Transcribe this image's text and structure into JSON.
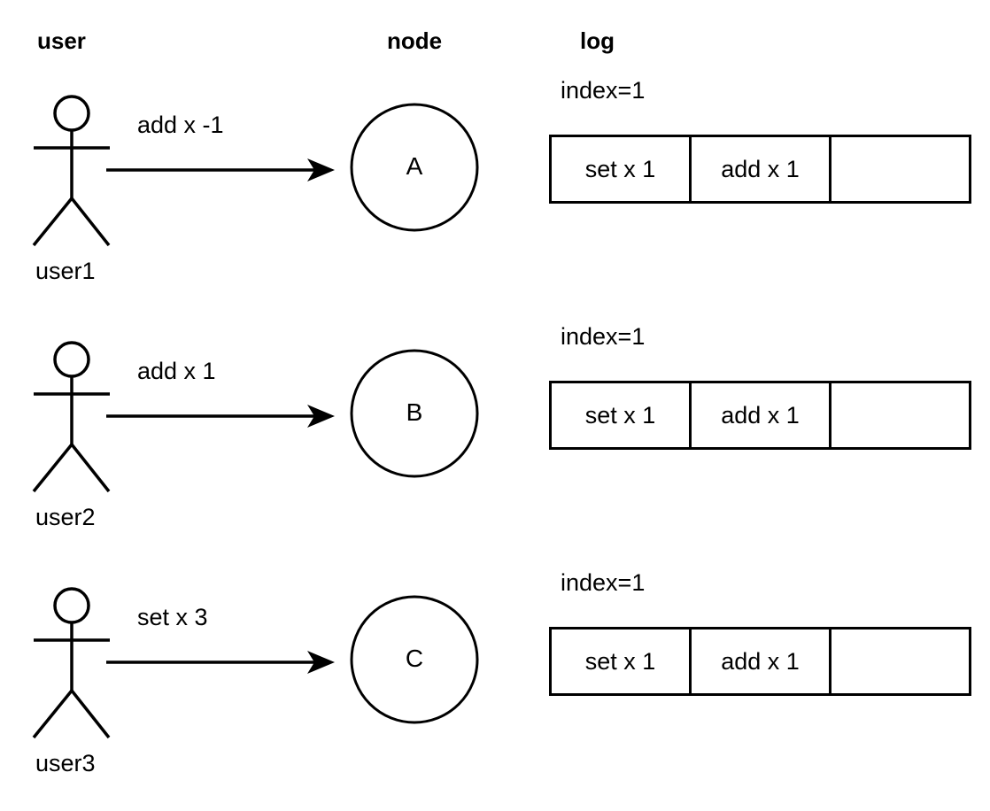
{
  "diagram": {
    "title": "user / node / log replication diagram",
    "background_color": "#ffffff",
    "stroke_color": "#000000"
  },
  "headers": {
    "user": "user",
    "node": "node",
    "log": "log"
  },
  "rows": [
    {
      "actor_label": "user1",
      "actor_icon": "stick-figure-icon",
      "message": "add x -1",
      "arrow_icon": "arrow-right-icon",
      "node_label": "A",
      "index_label": "index=1",
      "log_cells": [
        "set x 1",
        "add x 1",
        ""
      ]
    },
    {
      "actor_label": "user2",
      "actor_icon": "stick-figure-icon",
      "message": "add x 1",
      "arrow_icon": "arrow-right-icon",
      "node_label": "B",
      "index_label": "index=1",
      "log_cells": [
        "set x 1",
        "add x 1",
        ""
      ]
    },
    {
      "actor_label": "user3",
      "actor_icon": "stick-figure-icon",
      "message": "set x 3",
      "arrow_icon": "arrow-right-icon",
      "node_label": "C",
      "index_label": "index=1",
      "log_cells": [
        "set x 1",
        "add x 1",
        ""
      ]
    }
  ]
}
